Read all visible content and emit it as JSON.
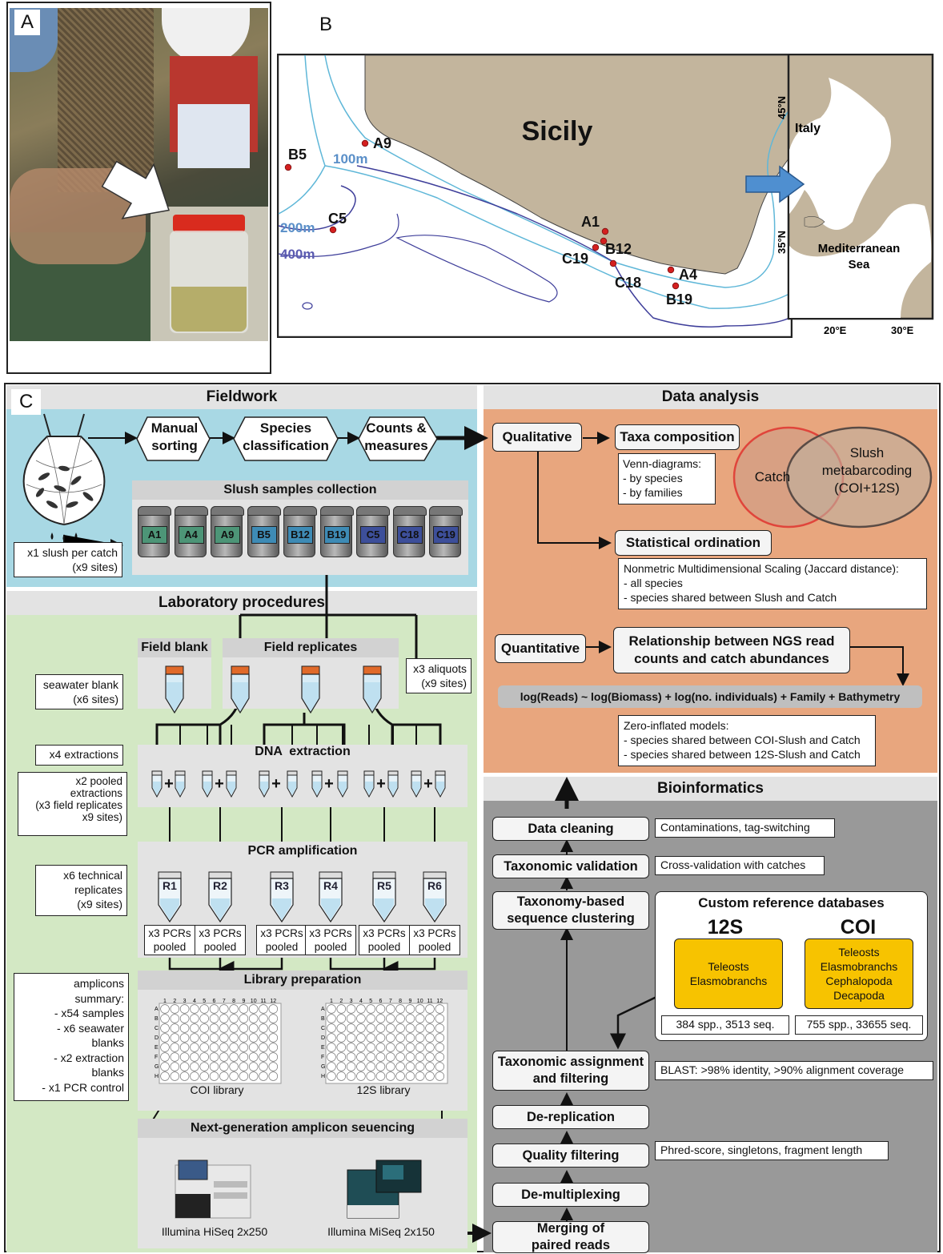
{
  "panels": {
    "a": "A",
    "b": "B",
    "c": "C"
  },
  "map": {
    "island": "Sicily",
    "contours": [
      "100m",
      "200m",
      "400m"
    ],
    "sites": [
      "A9",
      "B5",
      "C5",
      "A1",
      "B12",
      "C19",
      "C18",
      "A4",
      "B19"
    ],
    "inset": {
      "country": "Italy",
      "sea": "Mediterranean Sea",
      "lat_top": "45°N",
      "lat_bottom": "35°N",
      "lon_left": "20°E",
      "lon_right": "30°E"
    }
  },
  "fieldwork": {
    "title": "Fieldwork",
    "steps": [
      "Manual sorting",
      "Species classification",
      "Counts & measures"
    ],
    "collection_title": "Slush samples collection",
    "jars": [
      "A1",
      "A4",
      "A9",
      "B5",
      "B12",
      "B19",
      "C5",
      "C18",
      "C19"
    ],
    "note": "x1 slush per catch\n(x9 sites)"
  },
  "lab": {
    "title": "Laboratory procedures",
    "field_blank": "Field blank",
    "field_replicates": "Field replicates",
    "seawater_note": "seawater blank\n(x6 sites)",
    "aliquots_note": "x3 aliquots\n(x9 sites)",
    "dna_title": "DNA  extraction",
    "extractions_note": "x4 extractions",
    "pooled_note": "x2 pooled\nextractions\n(x3 field replicates\nx9 sites)",
    "plus": "+",
    "pcr_title": "PCR amplification",
    "technical_note": "x6 technical\nreplicates\n(x9 sites)",
    "replicates": [
      "R1",
      "R2",
      "R3",
      "R4",
      "R5",
      "R6"
    ],
    "pcr_pooled": "x3 PCRs\npooled",
    "library_title": "Library preparation",
    "amplicons_note": "amplicons\nsummary:\n- x54 samples\n- x6 seawater\nblanks\n- x2 extraction\nblanks\n- x1 PCR control",
    "plate_cols": [
      "1",
      "2",
      "3",
      "4",
      "5",
      "6",
      "7",
      "8",
      "9",
      "10",
      "11",
      "12"
    ],
    "plate_rows": [
      "A",
      "B",
      "C",
      "D",
      "E",
      "F",
      "G",
      "H"
    ],
    "coi_library": "COI library",
    "s12_library": "12S library",
    "ngs_title": "Next-generation amplicon seuencing",
    "hiseq": "Illumina HiSeq 2x250",
    "miseq": "Illumina MiSeq 2x150"
  },
  "analysis": {
    "title": "Data analysis",
    "qualitative": "Qualitative",
    "taxa": "Taxa composition",
    "venn_note": "Venn-diagrams:\n- by species\n- by families",
    "venn_catch": "Catch",
    "venn_slush": "Slush\nmetabarcoding\n(COI+12S)",
    "ordination": "Statistical ordination",
    "nmds_note": "Nonmetric Multidimensional Scaling (Jaccard distance):\n- all species\n- species shared between Slush and Catch",
    "quantitative": "Quantitative",
    "relationship": "Relationship between NGS read\ncounts and catch abundances",
    "formula": "log(Reads) ~ log(Biomass) + log(no. individuals) + Family + Bathymetry",
    "zinf_note": "Zero-inflated models:\n- species shared between COI-Slush and Catch\n- species shared between 12S-Slush and Catch"
  },
  "bioinf": {
    "title": "Bioinformatics",
    "steps": [
      "Data cleaning",
      "Taxonomic validation",
      "Taxonomy-based\nsequence clustering",
      "Taxonomic assignment\nand filtering",
      "De-replication",
      "Quality filtering",
      "De-multiplexing",
      "Merging of\npaired reads"
    ],
    "cleaning_note": "Contaminations, tag-switching",
    "validation_note": "Cross-validation with catches",
    "blast_note": "BLAST: >98% identity, >90% alignment coverage",
    "quality_note": "Phred-score, singletons, fragment length",
    "db_title": "Custom reference databases",
    "db12": "12S",
    "dbcoi": "COI",
    "db12_taxa": "Teleosts\nElasmobranchs",
    "dbcoi_taxa": "Teleosts\nElasmobranchs\nCephalopoda\nDecapoda",
    "db12_count": "384 spp., 3513 seq.",
    "dbcoi_count": "755 spp., 33655 seq."
  },
  "colors": {
    "fieldwork": "#a8d8e4",
    "lab": "#d3e8c4",
    "analysis": "#e8a67e",
    "bioinf": "#999999",
    "land": "#c3b59d",
    "yellow": "#f7c300"
  }
}
